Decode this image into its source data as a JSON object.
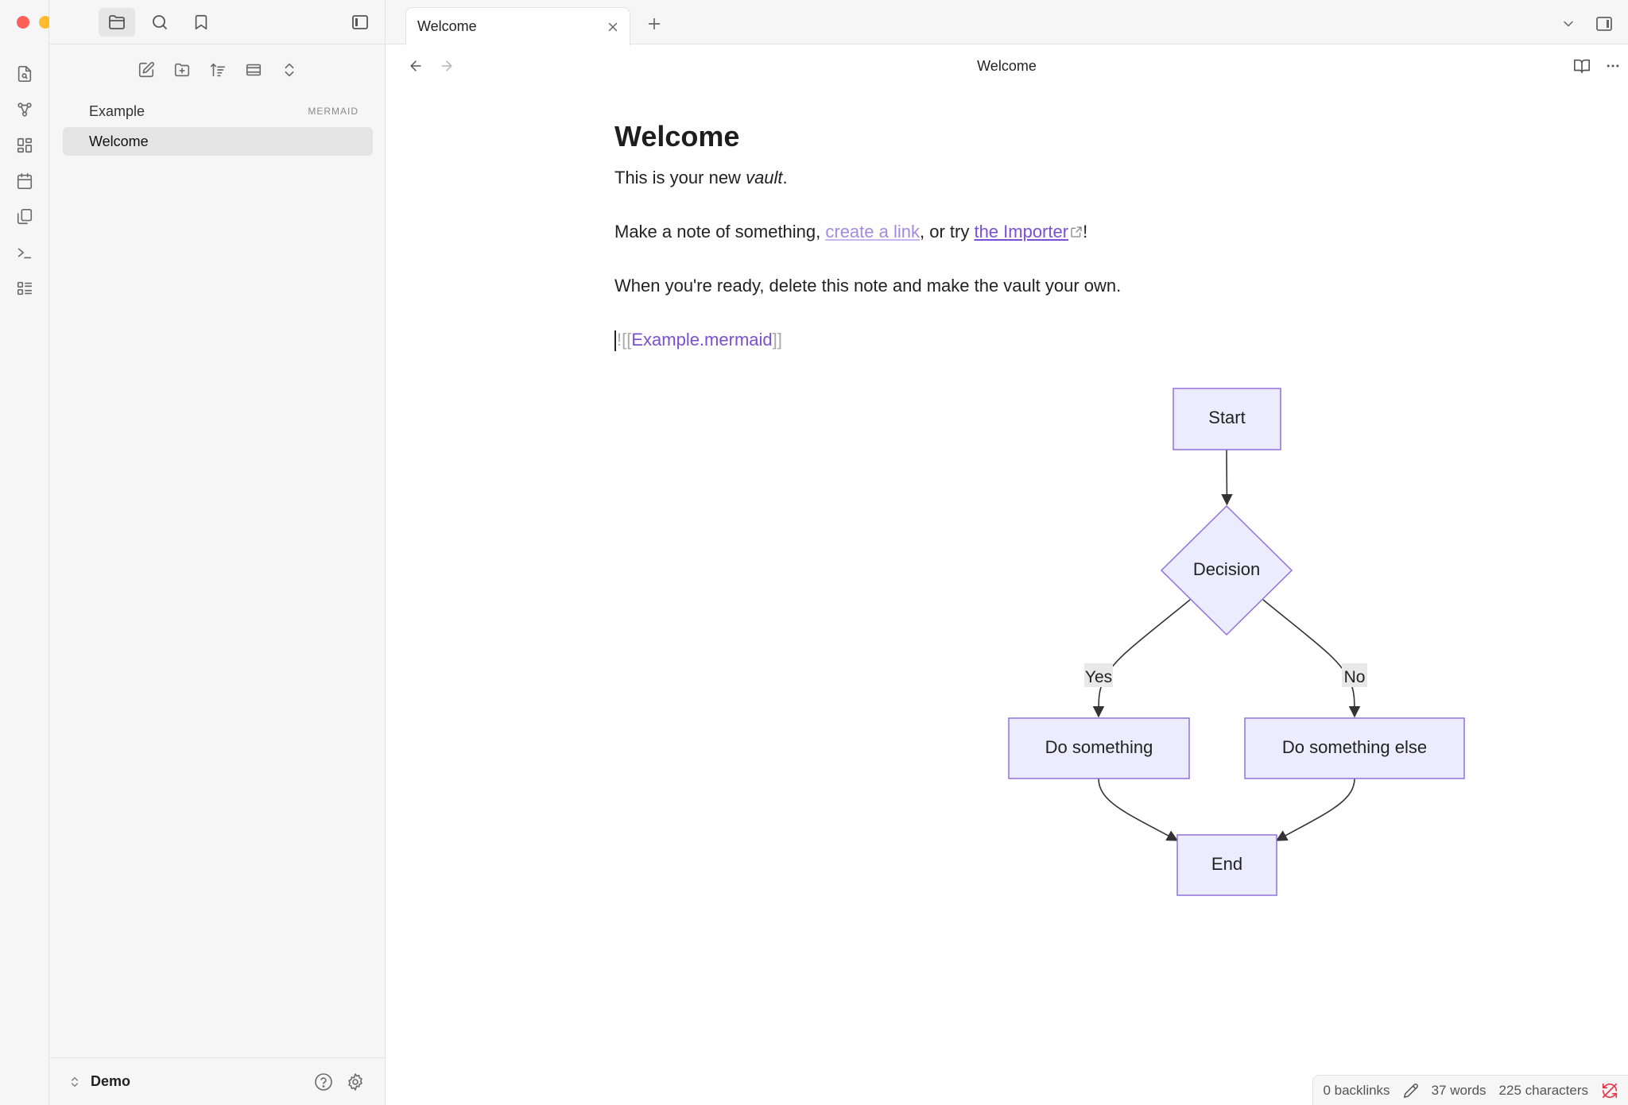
{
  "window": {
    "traffic_colors": {
      "close": "#fe5f57",
      "minimize": "#febc2e",
      "maximize": "#28c840"
    }
  },
  "sidebar": {
    "tabs": [
      "files-icon",
      "search-icon",
      "bookmark-icon"
    ],
    "toolbar": [
      "new-note-icon",
      "new-folder-icon",
      "sort-icon",
      "collapse-icon",
      "expand-icon"
    ],
    "files": [
      {
        "name": "Example",
        "badge": "MERMAID"
      },
      {
        "name": "Welcome",
        "badge": ""
      }
    ],
    "vault": "Demo"
  },
  "tabs": {
    "active": "Welcome"
  },
  "view": {
    "title": "Welcome"
  },
  "note": {
    "heading": "Welcome",
    "p1_before": "This is your new ",
    "p1_em": "vault",
    "p1_after": ".",
    "p2_before": "Make a note of something, ",
    "p2_link1": "create a link",
    "p2_middle": ", or try ",
    "p2_link2": "the Importer",
    "p2_after": "!",
    "p3": "When you're ready, delete this note and make the vault your own.",
    "embed_open": "![[",
    "embed_target": "Example.mermaid",
    "embed_close": "]]"
  },
  "diagram": {
    "nodes": {
      "start": "Start",
      "decision": "Decision",
      "do_something": "Do something",
      "do_something_else": "Do something else",
      "end": "End"
    },
    "edges": {
      "yes": "Yes",
      "no": "No"
    },
    "colors": {
      "fill": "#ececff",
      "stroke": "#9370db",
      "edge": "#333333",
      "label_bg": "#e8e8e8"
    }
  },
  "status": {
    "backlinks": "0 backlinks",
    "words": "37 words",
    "characters": "225 characters"
  },
  "colors": {
    "accent": "#7a4fd3",
    "sync_error": "#e93147"
  }
}
